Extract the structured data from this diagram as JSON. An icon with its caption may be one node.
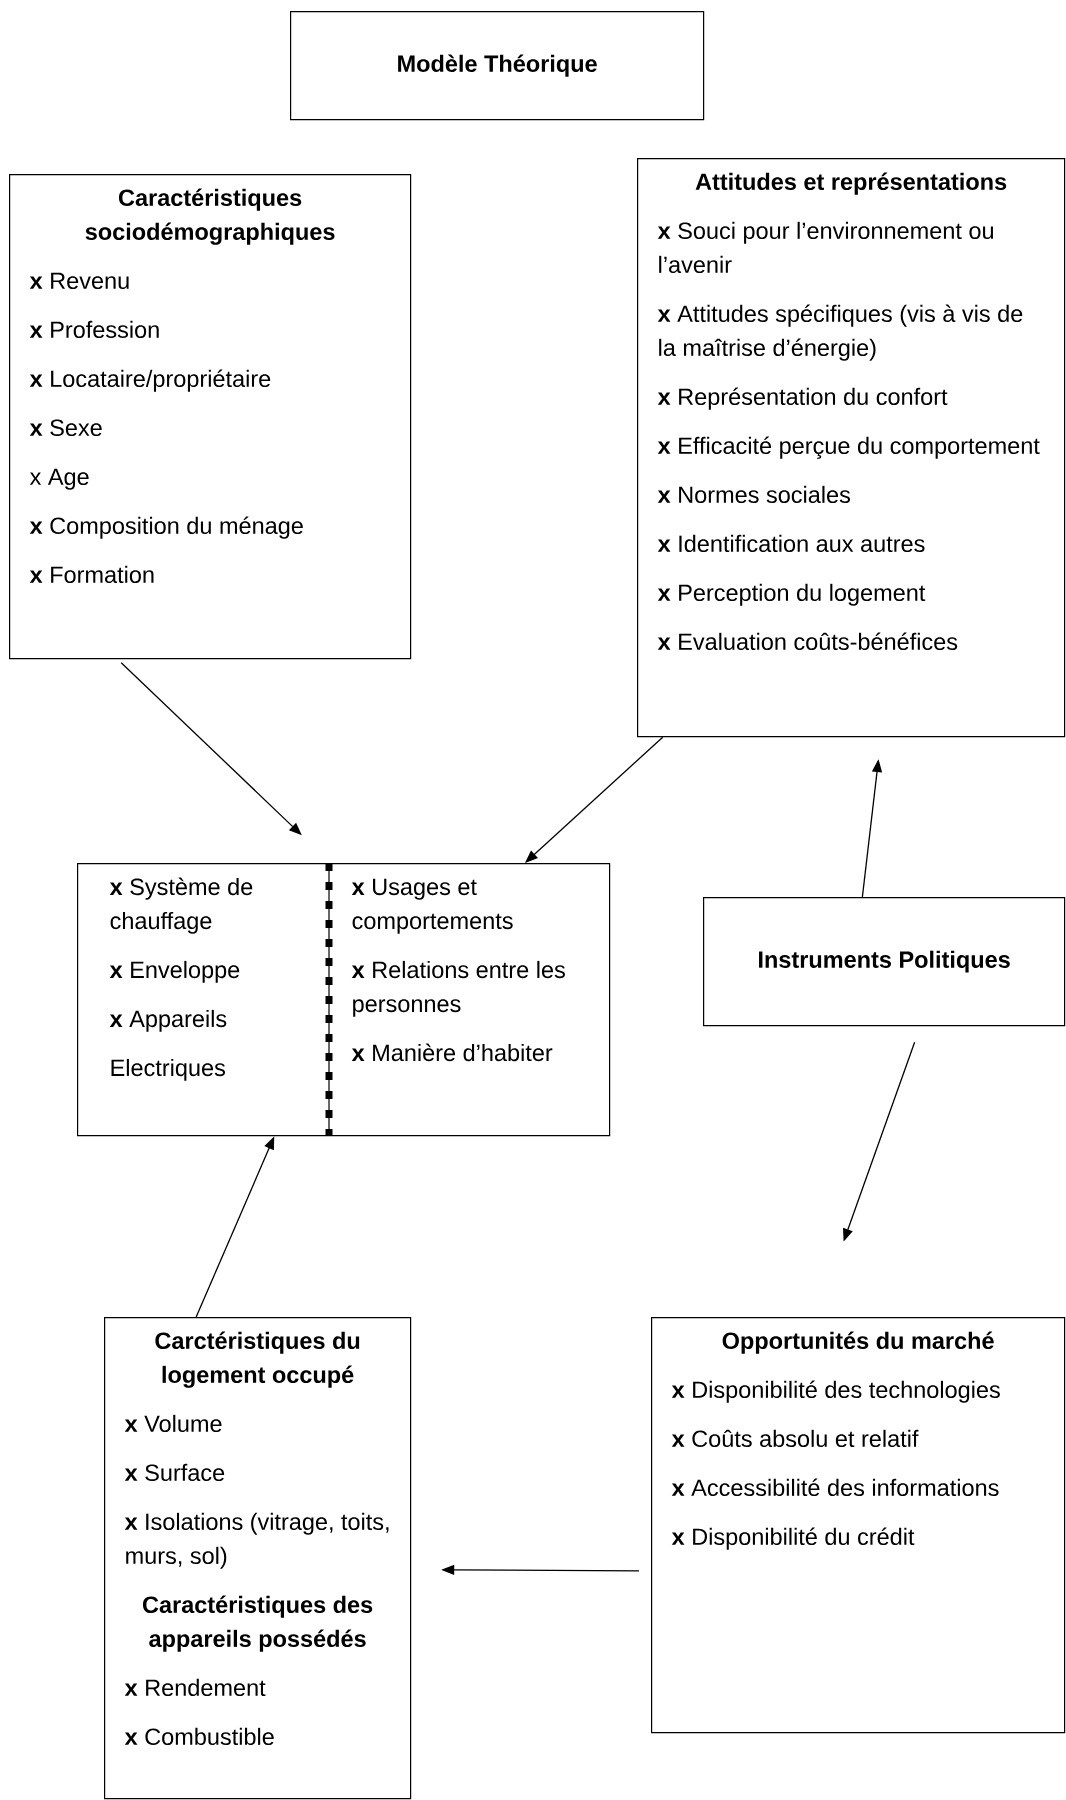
{
  "diagram": {
    "nodes": [
      {
        "text": [
          "Modèle Théorique"
        ]
      },
      {
        "text": [
          "Caractéristiques sociodémographiques",
          "**x** Revenu",
          "**x** Profession",
          "**x** Locataire/propriétaire",
          "**x** Sexe",
          "x Age",
          "**x** Composition du ménage",
          "**x** Formation"
        ]
      },
      {
        "text": [
          "Attitudes et représentations",
          "**x** Souci pour l’environnement ou l’avenir",
          "**x** Attitudes spécifiques (vis à vis de la maîtrise d’énergie)",
          "**x** Représentation du confort",
          "**x** Efficacité perçue du comportement",
          "**x** Normes sociales",
          "**x** Identification aux autres",
          "**x** Perception du logement",
          "**x** Evaluation coûts-bénéfices"
        ]
      },
      {
        "text": [
          "**x** Système de chauffage",
          "**x** Enveloppe",
          "**x** Appareils",
          "Electriques",
          "**x** Usages et comportements",
          "**x** Relations entre les personnes",
          "**x** Manière d’habiter"
        ]
      },
      {
        "text": [
          "Instruments Politiques"
        ]
      },
      {
        "text": [
          "Carctéristiques du logement occupé",
          "**x** Volume",
          "**x** Surface",
          "**x** Isolations (vitrage, toits, murs, sol)",
          "Caractéristiques des appareils possédés",
          "**x** Rendement",
          "**x** Combustible"
        ]
      },
      {
        "text": [
          "Opportunités du marché",
          "**x** Disponibilité des technologies",
          "**x** Coûts absolu et relatif",
          "**x** Accessibilité des informations",
          "**x** Disponibilité du crédit"
        ]
      }
    ],
    "edges": [
      {
        "from": 1,
        "to": 3,
        "arrow": "to"
      },
      {
        "from": 2,
        "to": 3,
        "arrow": "to"
      },
      {
        "from": 4,
        "to": 2,
        "arrow": "to"
      },
      {
        "from": 4,
        "to": 6,
        "arrow": "to"
      },
      {
        "from": 6,
        "to": 5,
        "arrow": "to"
      },
      {
        "from": 5,
        "to": 3,
        "arrow": "to"
      }
    ]
  }
}
